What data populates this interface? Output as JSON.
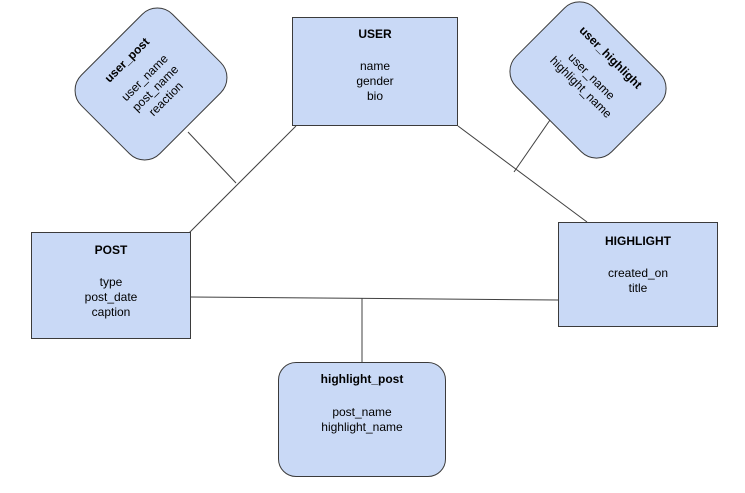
{
  "colors": {
    "fill": "#c9d9f6",
    "stroke": "#3b3b3b",
    "line": "#404040"
  },
  "entities": {
    "user": {
      "title": "USER",
      "attrs": [
        "name",
        "gender",
        "bio"
      ]
    },
    "post": {
      "title": "POST",
      "attrs": [
        "type",
        "post_date",
        "caption"
      ]
    },
    "highlight": {
      "title": "HIGHLIGHT",
      "attrs": [
        "created_on",
        "title"
      ]
    }
  },
  "relationships": {
    "user_post": {
      "title": "user_post",
      "attrs": [
        "user_name",
        "post_name",
        "reaction"
      ]
    },
    "user_highlight": {
      "title": "user_highlight",
      "attrs": [
        "user_name",
        "highlight_name"
      ]
    },
    "highlight_post": {
      "title": "highlight_post",
      "attrs": [
        "post_name",
        "highlight_name"
      ]
    }
  }
}
